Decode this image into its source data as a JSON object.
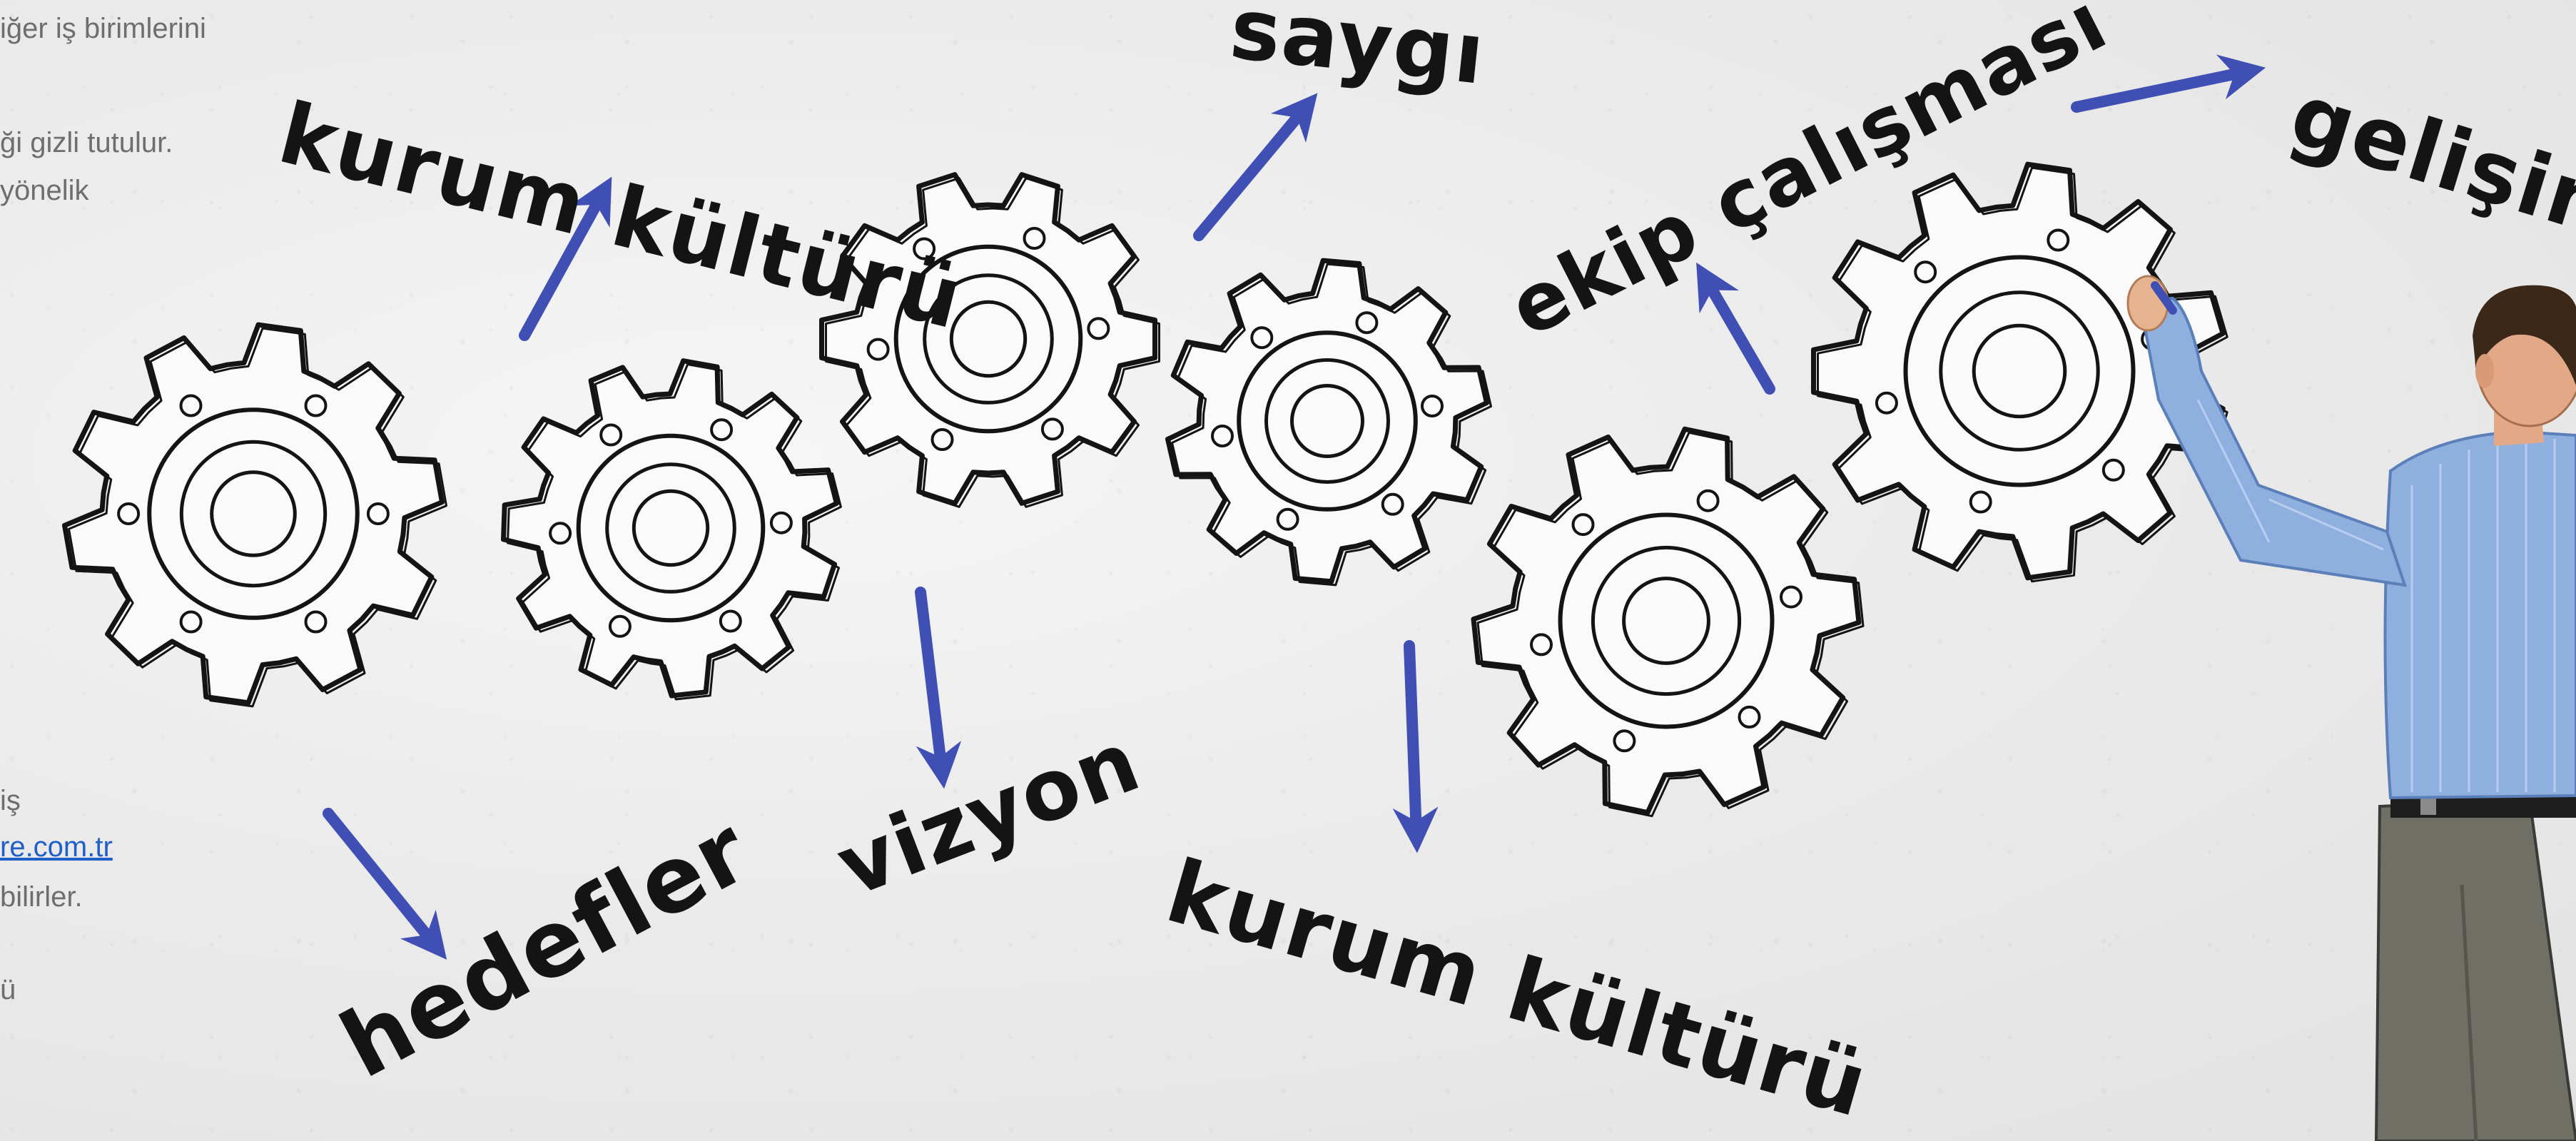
{
  "left_text": {
    "line1": "iğer iş birimlerini",
    "line2": "ği gizli tutulur.",
    "line3": "yönelik",
    "line4": "iş",
    "link": "re.com.tr",
    "line5": "bilirler.",
    "line6": "ü"
  },
  "labels": {
    "kurum_kulturu_top": "kurum kültürü",
    "saygi": "saygı",
    "ekip_calismasi": "ekip çalışması",
    "gelisim": "gelişim",
    "vizyon": "vizyon",
    "kurum_kulturu_bottom": "kurum kültürü",
    "hedefler": "hedefler"
  },
  "colors": {
    "arrow": "#3f4fb3",
    "ink": "#141414",
    "link": "#1f5fc8"
  },
  "icons": {
    "gear": "gear-icon",
    "arrow": "arrow-icon",
    "person": "person-icon"
  }
}
